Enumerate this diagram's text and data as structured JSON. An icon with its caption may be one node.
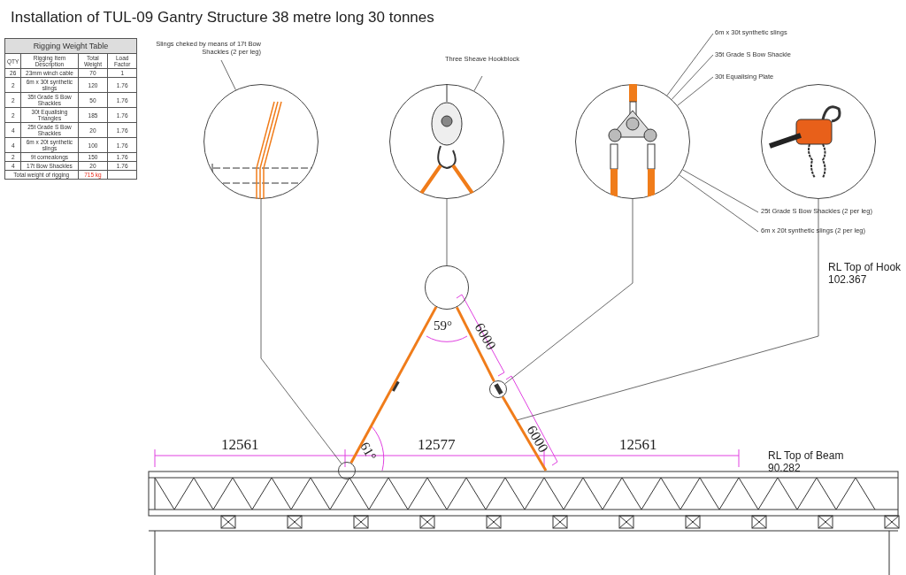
{
  "diagram": {
    "title": "Installation of TUL-09 Gantry Structure 38 metre long 30 tonnes",
    "nodes": [
      {
        "text": [
          "Slings cheked by means of 17t Bow Shackles (2 per leg)"
        ]
      },
      {
        "text": [],
        "shape": "picture"
      },
      {
        "text": [
          "Three Sheave Hookblock"
        ]
      },
      {
        "text": [],
        "shape": "picture"
      },
      {
        "text": [
          "6m x 30t synthetic slings"
        ]
      },
      {
        "text": [
          "35t Grade S Bow Shackle"
        ]
      },
      {
        "text": [
          "30t Equalising Plate"
        ]
      },
      {
        "text": [],
        "shape": "picture"
      },
      {
        "text": [
          "25t Grade S Bow Shackles (2 per leg)"
        ]
      },
      {
        "text": [
          "6m x 20t synthetic slings (2 per leg)"
        ]
      },
      {
        "text": [],
        "shape": "picture"
      },
      {
        "text": [],
        "shape": "circle"
      },
      {
        "text": [],
        "shape": "circle"
      },
      {
        "text": [],
        "shape": "circle"
      }
    ],
    "edges": [
      {
        "from": 0,
        "to": 1,
        "arrow": "none"
      },
      {
        "from": 2,
        "to": 3,
        "arrow": "none"
      },
      {
        "from": 4,
        "to": 7,
        "arrow": "none"
      },
      {
        "from": 5,
        "to": 7,
        "arrow": "none"
      },
      {
        "from": 6,
        "to": 7,
        "arrow": "none"
      },
      {
        "from": 8,
        "to": 7,
        "arrow": "none"
      },
      {
        "from": 9,
        "to": 7,
        "arrow": "none"
      },
      {
        "from": 1,
        "to": 13,
        "arrow": "none"
      },
      {
        "from": 3,
        "to": 11,
        "arrow": "none"
      },
      {
        "from": 7,
        "to": 12,
        "arrow": "none"
      },
      {
        "from": 10,
        "to": null,
        "arrow": "none"
      },
      {
        "from": 11,
        "to": 13,
        "arrow": "none",
        "style": "thick",
        "color": "#f07c1a"
      },
      {
        "from": 11,
        "to": 12,
        "arrow": "none",
        "style": "thick",
        "color": "#f07c1a"
      },
      {
        "from": 12,
        "to": null,
        "arrow": "none",
        "style": "thick",
        "color": "#f07c1a"
      }
    ],
    "labels": [
      "RL Top of Hook",
      "102.367",
      "RL Top of Beam",
      "90.282",
      "12561",
      "12577",
      "12561",
      "6000",
      "6000",
      "59°",
      "61°",
      "Rigging Weight Table",
      "QTY",
      "Rigging Item Description",
      "Total Weight",
      "Load Factor",
      "26",
      "23mm winch cable",
      "70",
      "1",
      "2",
      "6m x 30t synthetic slings",
      "120",
      "1.76",
      "2",
      "35t Grade S Bow Shackles",
      "50",
      "1.76",
      "2",
      "30t Equalising Triangles",
      "185",
      "1.76",
      "4",
      "25t Grade S Bow Shackles",
      "20",
      "1.76",
      "4",
      "6m x 20t synthetic slings",
      "100",
      "1.76",
      "2",
      "9t comealongs",
      "150",
      "1.76",
      "4",
      "17t Bow Shackles",
      "20",
      "1.76",
      "Total weight of rigging",
      "715 kg"
    ]
  }
}
